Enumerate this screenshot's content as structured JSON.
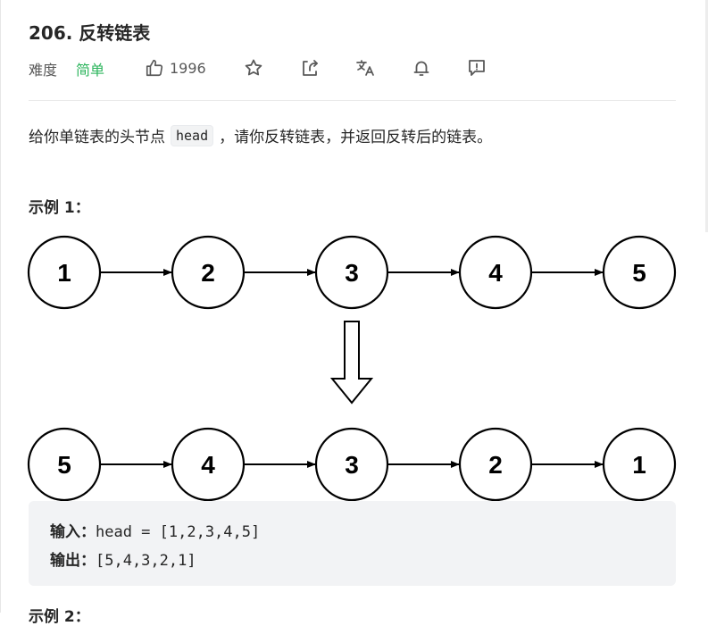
{
  "problem": {
    "title": "206. 反转链表",
    "difficulty_label": "难度",
    "difficulty_value": "简单",
    "likes": "1996",
    "icons": [
      "thumbs-up-icon",
      "star-icon",
      "share-icon",
      "translate-icon",
      "bell-icon",
      "feedback-icon"
    ],
    "colors": {
      "easy": "#2db55d",
      "text": "#262626",
      "muted": "#595959",
      "code_bg": "#f2f3f5"
    }
  },
  "description": {
    "before": "给你单链表的头节点",
    "code": "head",
    "after": "，请你反转链表，并返回反转后的链表。"
  },
  "example1": {
    "heading": "示例 1：",
    "input_nodes": [
      "1",
      "2",
      "3",
      "4",
      "5"
    ],
    "output_nodes": [
      "5",
      "4",
      "3",
      "2",
      "1"
    ],
    "input_label": "输入：",
    "input_value": "head = [1,2,3,4,5]",
    "output_label": "输出：",
    "output_value": "[5,4,3,2,1]"
  },
  "example2": {
    "heading": "示例 2："
  }
}
